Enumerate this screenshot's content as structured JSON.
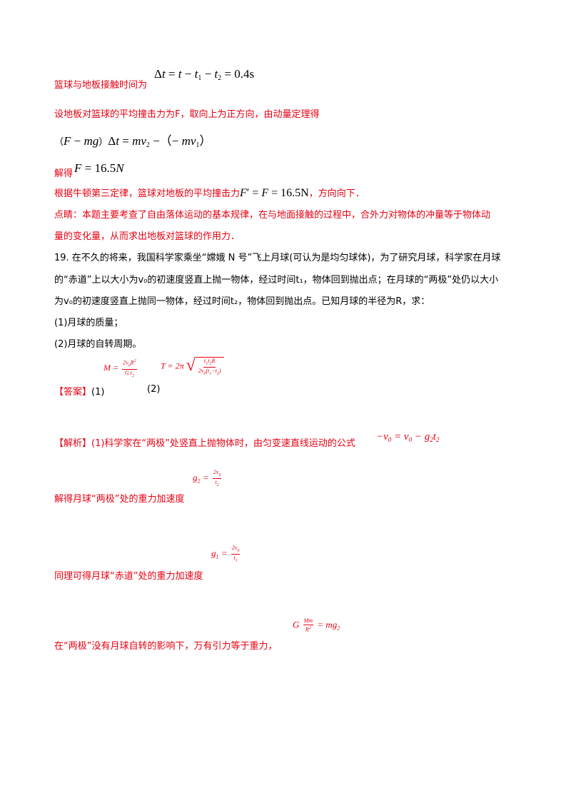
{
  "p1": {
    "label": "篮球与地板接触时间为"
  },
  "p2": {
    "text": "设地板对篮球的平均撞击力为F，取向上为正方向，由动量定理得"
  },
  "p3": {
    "open": "（",
    "close": "）"
  },
  "p4": {
    "label": "解得"
  },
  "p5": {
    "before": "根据牛顿第三定律，篮球对地板的平均撞击力",
    "after": "，方向向下．"
  },
  "p6": {
    "line1": "点睛：本题主要考查了自由落体运动的基本规律，在与地面接触的过程中，合外力对物体的冲量等于物体动",
    "line2": "量的变化量，从而求出地板对篮球的作用力．"
  },
  "q19": {
    "line1": "19. 在不久的将来，我国科学家乘坐“嫦娥 N 号”飞上月球(可认为是均匀球体)，为了研究月球，科学家在月球",
    "line2": "的“赤道”上以大小为v₀的初速度竖直上抛一物体，经过时间t₁，物体回到抛出点；在月球的“两极”处仍以大小",
    "line3": "为v₀的初速度竖直上抛同一物体，经过时间t₂，物体回到抛出点。已知月球的半径为R，求：",
    "sub1": "(1)月球的质量；",
    "sub2": "(2)月球的自转周期。"
  },
  "answer": {
    "tag": "【答案】",
    "n1": "(1)",
    "n2": "(2)"
  },
  "analysis": {
    "tag": "【解析】",
    "text": "(1)科学家在“两极”处竖直上抛物体时，由匀变速直线运动的公式",
    "g2_text": "解得月球“两极”处的重力加速度",
    "g1_text": "同理可得月球“赤道”处的重力加速度",
    "grav_text": "在“两极”没有月球自转的影响下，万有引力等于重力，"
  }
}
